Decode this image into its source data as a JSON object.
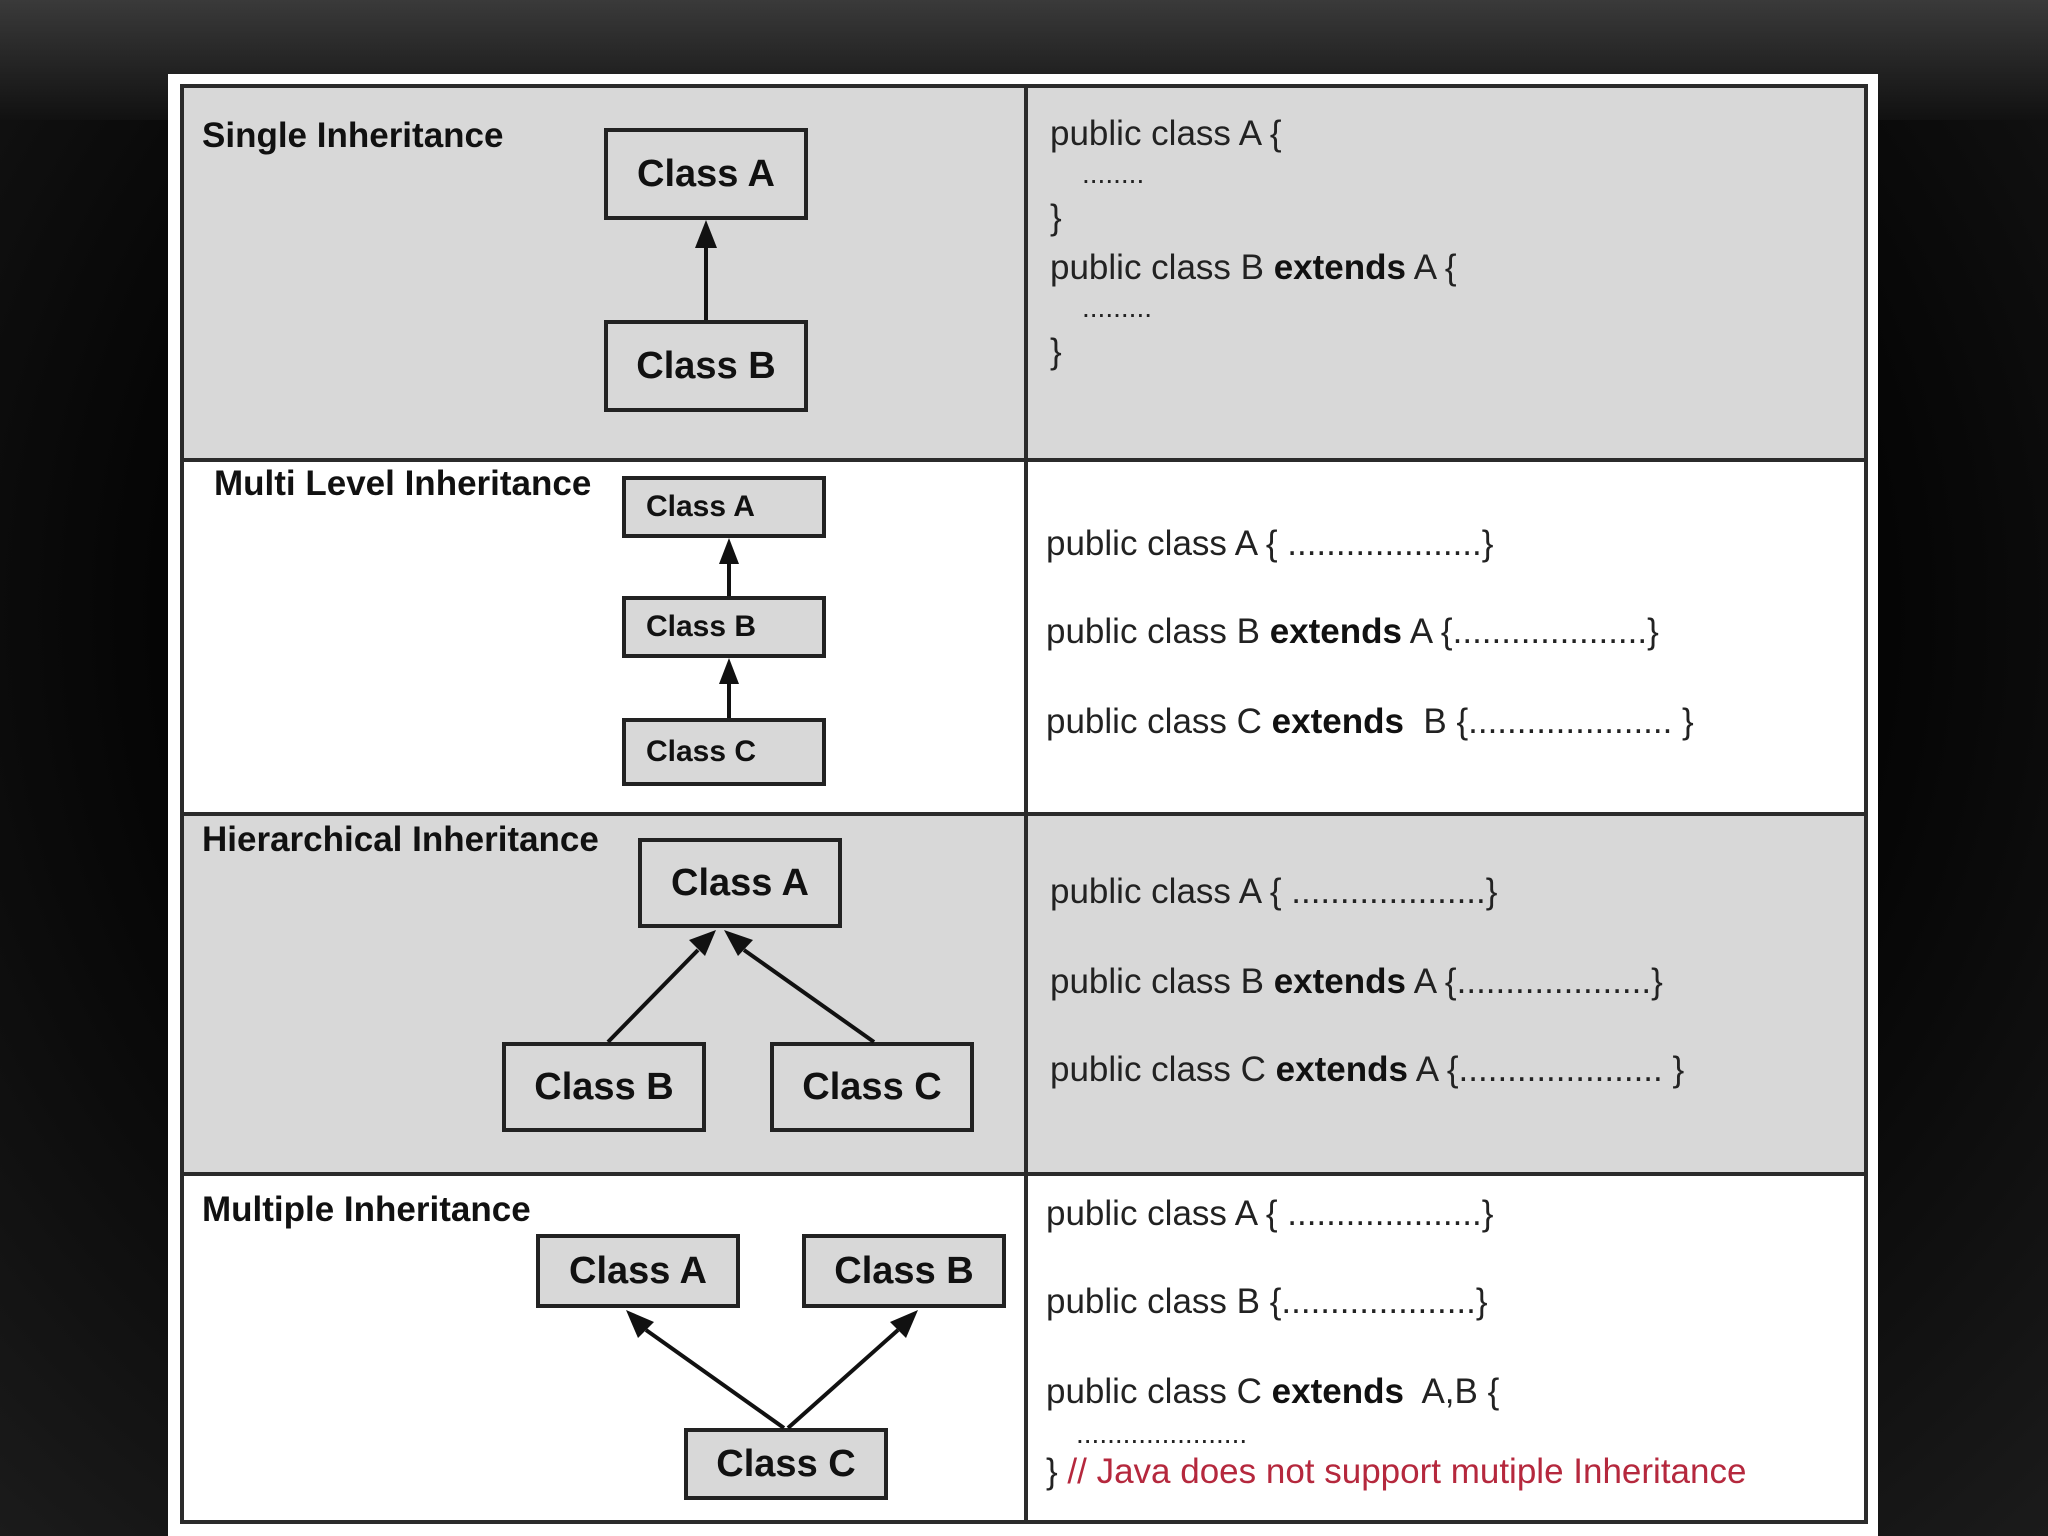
{
  "colors": {
    "panel_gray": "#d8d8d8",
    "border": "#2b2b2b",
    "note_red": "#b5283d"
  },
  "sections": {
    "single": {
      "title": "Single Inheritance",
      "boxes": [
        "Class A",
        "Class B"
      ],
      "code": [
        "public class A {",
        "........",
        "}",
        "public class B ",
        "extends",
        " A {",
        ".........",
        "}"
      ]
    },
    "multilevel": {
      "title": "Multi Level Inheritance",
      "boxes": [
        "Class A",
        "Class B",
        "Class C"
      ],
      "code": {
        "a": "public class A { ....................}",
        "b_pre": "public class B ",
        "b_kw": "extends",
        "b_post": " A {....................}",
        "c_pre": "public class C ",
        "c_kw": "extends",
        "c_post": "  B {..................... }"
      }
    },
    "hierarchical": {
      "title": "Hierarchical Inheritance",
      "boxes": [
        "Class A",
        "Class B",
        "Class C"
      ],
      "code": {
        "a": "public class A { ....................}",
        "b_pre": "public class B ",
        "b_kw": "extends",
        "b_post": " A {....................}",
        "c_pre": "public class C ",
        "c_kw": "extends",
        "c_post": " A {..................... }"
      }
    },
    "multiple": {
      "title": "Multiple Inheritance",
      "boxes": [
        "Class A",
        "Class B",
        "Class C"
      ],
      "code": {
        "a": "public class A { ....................}",
        "b": "public class B {....................}",
        "c_pre": "public class C ",
        "c_kw": "extends",
        "c_post": "  A,B {",
        "dots": "......................",
        "close": "} ",
        "note": "// Java does not support mutiple Inheritance"
      }
    }
  }
}
